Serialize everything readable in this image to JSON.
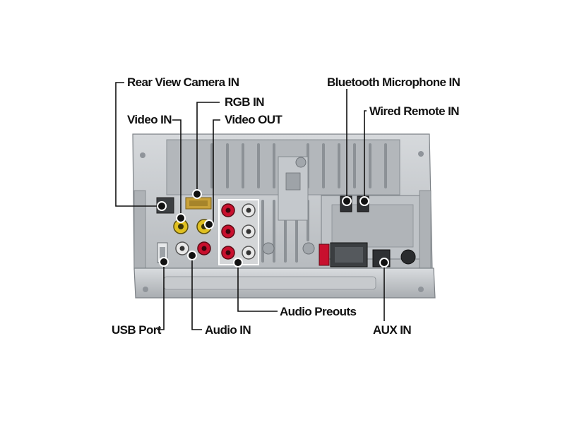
{
  "diagram": {
    "labels": {
      "rear_view_camera_in": "Rear View Camera IN",
      "rgb_in": "RGB IN",
      "video_in": "Video IN",
      "video_out": "Video OUT",
      "bluetooth_microphone_in": "Bluetooth Microphone IN",
      "wired_remote_in": "Wired Remote IN",
      "usb_port": "USB Port",
      "audio_in": "Audio IN",
      "audio_preouts": "Audio Preouts",
      "aux_in": "AUX IN"
    },
    "colors": {
      "chassis": "#c9cccf",
      "chassis_dark": "#8a8f94",
      "rca_red": "#c8102e",
      "rca_yellow": "#e0c020",
      "rca_white": "#e8e8e8",
      "leader_line": "#111111"
    }
  }
}
